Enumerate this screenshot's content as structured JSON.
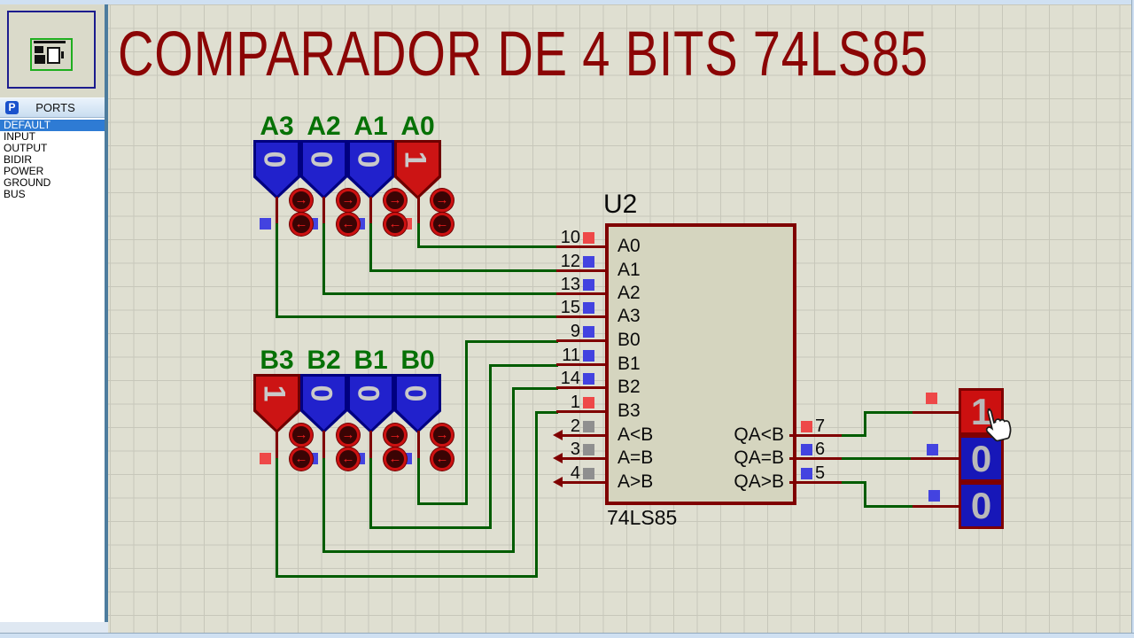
{
  "title": "COMPARADOR DE 4 BITS 74LS85",
  "sidebar": {
    "ports_panel": {
      "icon": "P",
      "header": "PORTS",
      "items": [
        {
          "label": "DEFAULT",
          "state": "selected"
        },
        {
          "label": "INPUT",
          "state": ""
        },
        {
          "label": "OUTPUT",
          "state": ""
        },
        {
          "label": "BIDIR",
          "state": ""
        },
        {
          "label": "POWER",
          "state": ""
        },
        {
          "label": "GROUND",
          "state": ""
        },
        {
          "label": "BUS",
          "state": ""
        }
      ]
    }
  },
  "logic_inputs": {
    "group_a": {
      "toggles": [
        {
          "label": "A3",
          "value": "0",
          "state": "low"
        },
        {
          "label": "A2",
          "value": "0",
          "state": "low"
        },
        {
          "label": "A1",
          "value": "0",
          "state": "low"
        },
        {
          "label": "A0",
          "value": "1",
          "state": "high"
        }
      ]
    },
    "group_b": {
      "toggles": [
        {
          "label": "B3",
          "value": "1",
          "state": "high"
        },
        {
          "label": "B2",
          "value": "0",
          "state": "low"
        },
        {
          "label": "B1",
          "value": "0",
          "state": "low"
        },
        {
          "label": "B0",
          "value": "0",
          "state": "low"
        }
      ]
    }
  },
  "chip": {
    "designator": "U2",
    "part_number": "74LS85",
    "left_pins": [
      {
        "num": "10",
        "name": "A0",
        "state": "high"
      },
      {
        "num": "12",
        "name": "A1",
        "state": "low"
      },
      {
        "num": "13",
        "name": "A2",
        "state": "low"
      },
      {
        "num": "15",
        "name": "A3",
        "state": "low"
      },
      {
        "num": "9",
        "name": "B0",
        "state": "low"
      },
      {
        "num": "11",
        "name": "B1",
        "state": "low"
      },
      {
        "num": "14",
        "name": "B2",
        "state": "low"
      },
      {
        "num": "1",
        "name": "B3",
        "state": "high"
      },
      {
        "num": "2",
        "name": "A<B",
        "state": "floating"
      },
      {
        "num": "3",
        "name": "A=B",
        "state": "floating"
      },
      {
        "num": "4",
        "name": "A>B",
        "state": "floating"
      }
    ],
    "right_pins": [
      {
        "num": "7",
        "name": "QA<B",
        "state": "high"
      },
      {
        "num": "6",
        "name": "QA=B",
        "state": "low"
      },
      {
        "num": "5",
        "name": "QA>B",
        "state": "low"
      }
    ]
  },
  "logic_probes": [
    {
      "value": "1",
      "state": "high"
    },
    {
      "value": "0",
      "state": "low"
    },
    {
      "value": "0",
      "state": "low"
    }
  ],
  "cursor": {
    "icon": "hand-pointer"
  },
  "colors": {
    "canvas_bg": "#dfdfd1",
    "grid_line": "#c7c7ba",
    "wire_green": "#005c00",
    "wire_maroon": "#7f0000",
    "state_high": "#ee4848",
    "state_low": "#4343e0",
    "state_floating": "#8f8f8f",
    "toggle_blue": "#2121cc",
    "toggle_red": "#cc1414",
    "digit_gray": "#c9c9c9",
    "label_green": "#067106",
    "title_red": "#8b0505",
    "chip_fill": "#d5d5bf",
    "selection_blue": "#2e7bd4"
  }
}
